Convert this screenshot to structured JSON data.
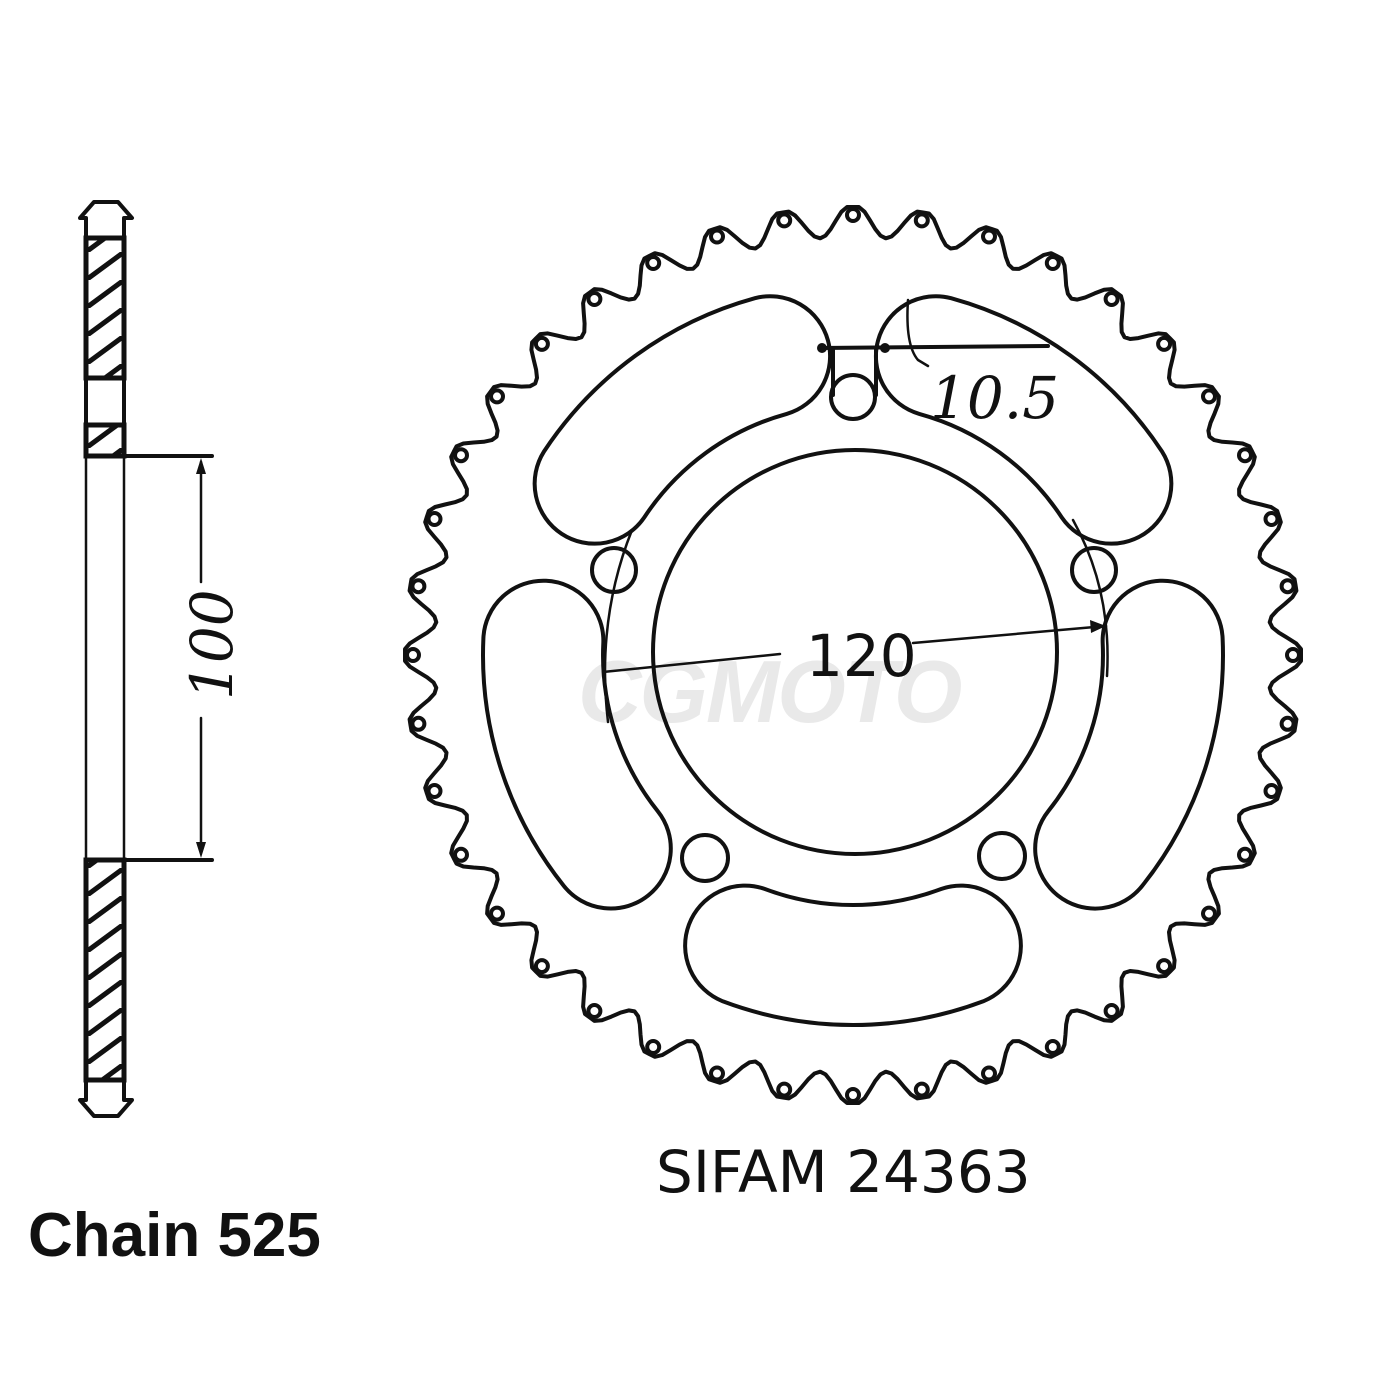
{
  "title": "Rear sprocket technical drawing",
  "reference_label": "SIFAM 24363",
  "chain_label": "Chain 525",
  "watermark": "CGMOTO",
  "dimensions": {
    "center_bore": "100",
    "bolt_circle": "120",
    "bolt_hole": "10.5"
  },
  "sprocket": {
    "teeth": 40,
    "windows": 5,
    "bolt_holes": 5
  },
  "colors": {
    "ink": "#111111",
    "background": "#ffffff",
    "watermark": "#e9e9e9"
  }
}
